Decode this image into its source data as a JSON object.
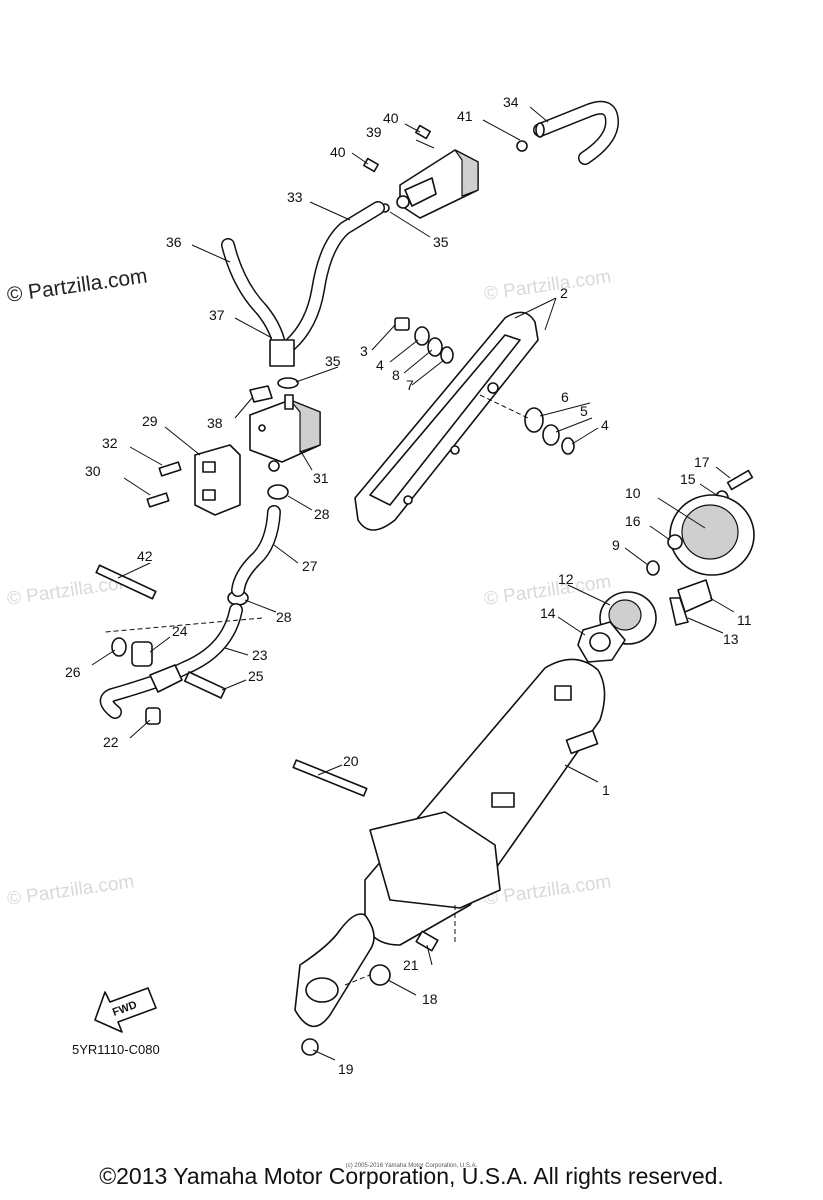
{
  "watermark": "© Partzilla.com",
  "diagram_code": "5YR1110-C080",
  "fwd_label": "FWD",
  "copyright": "©2013 Yamaha Motor Corporation, U.S.A. All rights reserved.",
  "copyright_small": "(c) 2005-2016 Yamaha Motor Corporation, U.S.A.",
  "callouts": {
    "c1": "1",
    "c2": "2",
    "c3": "3",
    "c4a": "4",
    "c4b": "4",
    "c5": "5",
    "c6": "6",
    "c7": "7",
    "c8": "8",
    "c9": "9",
    "c10": "10",
    "c11": "11",
    "c12": "12",
    "c13": "13",
    "c14": "14",
    "c15": "15",
    "c16": "16",
    "c17": "17",
    "c18": "18",
    "c19": "19",
    "c20": "20",
    "c21": "21",
    "c22": "22",
    "c23": "23",
    "c24": "24",
    "c25": "25",
    "c26": "26",
    "c27": "27",
    "c28a": "28",
    "c28b": "28",
    "c29": "29",
    "c30": "30",
    "c31": "31",
    "c32": "32",
    "c33": "33",
    "c34": "34",
    "c35a": "35",
    "c35b": "35",
    "c36": "36",
    "c37": "37",
    "c38": "38",
    "c39": "39",
    "c40a": "40",
    "c40b": "40",
    "c41": "41",
    "c42": "42"
  }
}
